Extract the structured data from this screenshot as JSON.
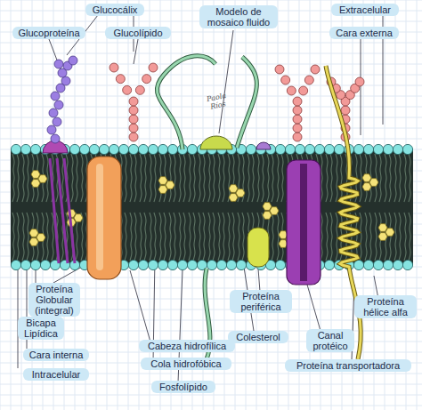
{
  "diagram": {
    "labels": [
      "Glucocálix",
      "Glucoproteína",
      "Glucolípido",
      "Modelo de mosaico fluido",
      "Extracelular",
      "Cara externa",
      "Proteína Globular (integral)",
      "Bicapa Lipídica",
      "Cara interna",
      "Intracelular",
      "Cabeza hidrofílica",
      "Cola hidrofóbica",
      "Fosfolípido",
      "Colesterol",
      "Proteína periférica",
      "Canal protéico",
      "Proteína transportadora",
      "Proteína hélice alfa",
      "Paola Ríos"
    ]
  }
}
